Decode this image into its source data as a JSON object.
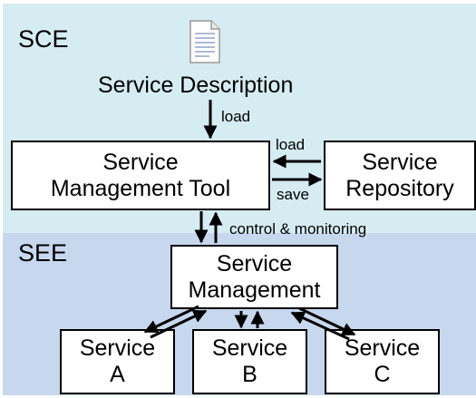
{
  "regions": {
    "sce": "SCE",
    "see": "SEE"
  },
  "document_icon": "document-icon",
  "service_description": "Service Description",
  "boxes": {
    "service_management_tool": [
      "Service",
      "Management Tool"
    ],
    "service_repository": [
      "Service",
      "Repository"
    ],
    "service_management": [
      "Service",
      "Management"
    ],
    "service_a": [
      "Service",
      "A"
    ],
    "service_b": [
      "Service",
      "B"
    ],
    "service_c": [
      "Service",
      "C"
    ]
  },
  "labels": {
    "load_top": "load",
    "load_side": "load",
    "save": "save",
    "control_monitoring": "control & monitoring"
  },
  "colors": {
    "sce_background": "#d6ecf3",
    "see_background": "#c7d7ee"
  }
}
